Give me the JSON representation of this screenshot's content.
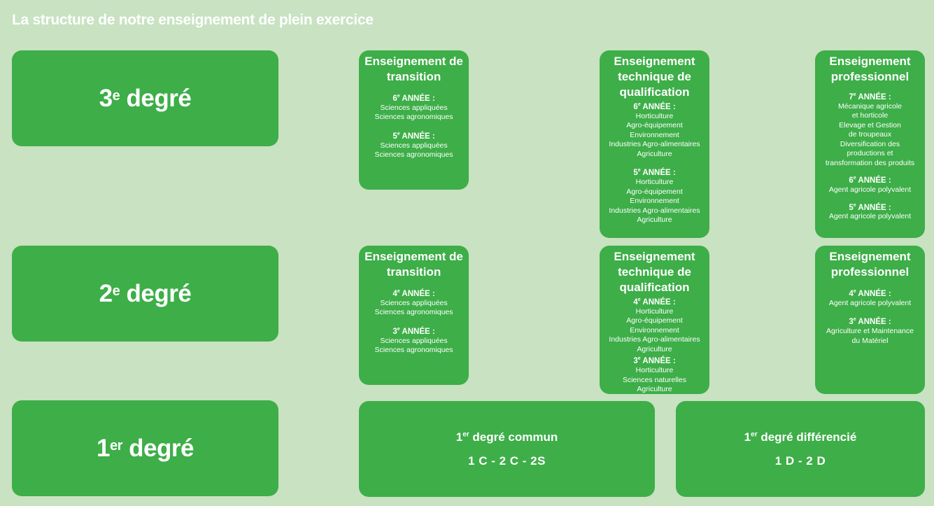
{
  "title": "La structure de notre enseignement de plein exercice",
  "degrees": [
    {
      "num": "3",
      "sup": "e",
      "label": "degré"
    },
    {
      "num": "2",
      "sup": "e",
      "label": "degré"
    },
    {
      "num": "1",
      "sup": "er",
      "label": "degré"
    }
  ],
  "third": {
    "transition": {
      "title": "Enseignement de transition",
      "sections": [
        {
          "year": "6",
          "sup": "e",
          "head": "ANNÉE :",
          "items": [
            "Sciences appliquées",
            "Sciences agronomiques"
          ]
        },
        {
          "year": "5",
          "sup": "e",
          "head": "ANNÉE :",
          "items": [
            "Sciences appliquées",
            "Sciences agronomiques"
          ]
        }
      ]
    },
    "technique": {
      "title": "Enseignement technique de qualification",
      "sections": [
        {
          "year": "6",
          "sup": "e",
          "head": "ANNÉE :",
          "items": [
            "Horticulture",
            "Agro-équipement",
            "Environnement",
            "Industries Agro-alimentaires",
            "Agriculture"
          ]
        },
        {
          "year": "5",
          "sup": "e",
          "head": "ANNÉE :",
          "items": [
            "Horticulture",
            "Agro-équipement",
            "Environnement",
            "Industries Agro-alimentaires",
            "Agriculture"
          ]
        }
      ]
    },
    "professionnel": {
      "title": "Enseignement professionnel",
      "sections": [
        {
          "year": "7",
          "sup": "e",
          "head": "ANNÉE :",
          "items": [
            "Mécanique agricole",
            "et horticole",
            "Elevage et Gestion",
            "de troupeaux",
            "Diversification des",
            "productions et",
            "transformation des produits"
          ]
        },
        {
          "year": "6",
          "sup": "e",
          "head": "ANNÉE :",
          "items": [
            "Agent agricole polyvalent"
          ]
        },
        {
          "year": "5",
          "sup": "e",
          "head": "ANNÉE :",
          "items": [
            "Agent agricole polyvalent"
          ]
        }
      ]
    }
  },
  "second": {
    "transition": {
      "title": "Enseignement de transition",
      "sections": [
        {
          "year": "4",
          "sup": "e",
          "head": "ANNÉE :",
          "items": [
            "Sciences appliquées",
            "Sciences agronomiques"
          ]
        },
        {
          "year": "3",
          "sup": "e",
          "head": "ANNÉE :",
          "items": [
            "Sciences appliquées",
            "Sciences agronomiques"
          ]
        }
      ]
    },
    "technique": {
      "title": "Enseignement technique de qualification",
      "sections": [
        {
          "year": "4",
          "sup": "e",
          "head": "ANNÉE :",
          "items": [
            "Horticulture",
            "Agro-équipement",
            "Environnement",
            "Industries Agro-alimentaires",
            "Agriculture"
          ]
        },
        {
          "year": "3",
          "sup": "e",
          "head": "ANNÉE :",
          "items": [
            "Horticulture",
            "Sciences naturelles",
            "Agriculture"
          ]
        }
      ]
    },
    "professionnel": {
      "title": "Enseignement professionnel",
      "sections": [
        {
          "year": "4",
          "sup": "e",
          "head": "ANNÉE :",
          "items": [
            "Agent agricole polyvalent"
          ]
        },
        {
          "year": "3",
          "sup": "e",
          "head": "ANNÉE :",
          "items": [
            "Agriculture et Maintenance",
            "du Matériel"
          ]
        }
      ]
    }
  },
  "first": {
    "commun": {
      "num": "1",
      "sup": "er",
      "label": "degré commun",
      "sub": "1 C - 2 C - 2S"
    },
    "differencie": {
      "num": "1",
      "sup": "er",
      "label": "degré différencié",
      "sub": "1 D - 2 D"
    }
  },
  "colors": {
    "background": "#c8e2c2",
    "box": "#3dae48",
    "text": "#ffffff"
  }
}
